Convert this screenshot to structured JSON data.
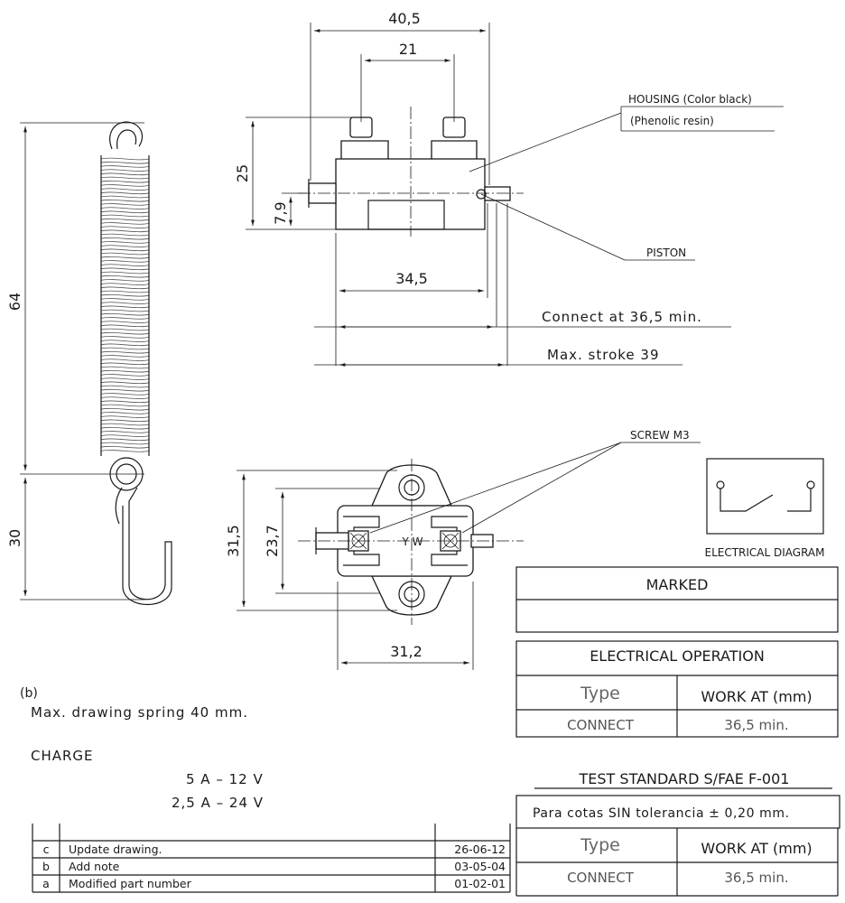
{
  "spring": {
    "dim_length": "64",
    "dim_hook": "30"
  },
  "top_view": {
    "dim_width_total": "40,5",
    "dim_terminal_spacing": "21",
    "dim_height": "25",
    "dim_piston_height": "7,9",
    "dim_body_width": "34,5",
    "callout_housing": "HOUSING (Color black)",
    "callout_housing_material": "(Phenolic resin)",
    "callout_piston": "PISTON",
    "connect_note": "Connect at 36,5 min.",
    "stroke_note": "Max. stroke 39"
  },
  "bottom_view": {
    "callout_screw": "SCREW M3",
    "dim_flange_height": "31,5",
    "dim_body_height": "23,7",
    "dim_body_width": "31,2",
    "terminal_marks": "Y W"
  },
  "electrical_diagram": {
    "caption": "ELECTRICAL DIAGRAM"
  },
  "notes": {
    "ref": "(b)",
    "spring_note": "Max. drawing spring 40 mm.",
    "charge_title": "CHARGE",
    "charge_1": "5 A – 12 V",
    "charge_2": "2,5 A – 24 V"
  },
  "revisions": [
    {
      "rev": "c",
      "desc": "Update drawing.",
      "date": "26-06-12"
    },
    {
      "rev": "b",
      "desc": "Add note",
      "date": "03-05-04"
    },
    {
      "rev": "a",
      "desc": "Modified part number",
      "date": "01-02-01"
    }
  ],
  "marked_table": {
    "title": "MARKED"
  },
  "operation_table": {
    "title": "ELECTRICAL OPERATION",
    "col_type": "Type",
    "col_work": "WORK AT (mm)",
    "row_type": "CONNECT",
    "row_value": "36,5 min."
  },
  "test_standard": {
    "title": "TEST STANDARD S/FAE F-001",
    "tolerance": "Para cotas SIN tolerancia ± 0,20 mm."
  },
  "ghost_table": {
    "col_type": "Type",
    "col_work": "WORK AT (mm)",
    "row_type": "CONNECT",
    "row_value": "36,5 min."
  }
}
